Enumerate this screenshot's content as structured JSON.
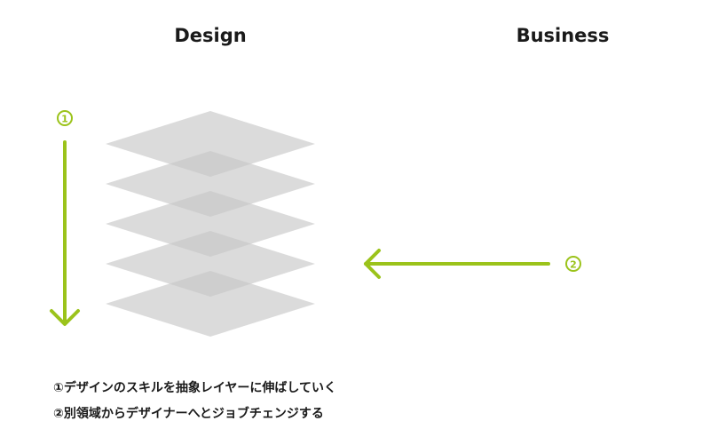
{
  "headings": {
    "design": "Design",
    "business": "Business"
  },
  "markers": {
    "step1": "①",
    "step2": "②"
  },
  "notes": [
    "①デザインのスキルを抽象レイヤーに伸ばしていく",
    "②別領域からデザイナーへとジョブチェンジする"
  ],
  "colors": {
    "accent": "#9bc31b",
    "layer_fill": "#c7c7c7",
    "heading_text": "#1a1a1a"
  },
  "layers": {
    "count": 5
  }
}
